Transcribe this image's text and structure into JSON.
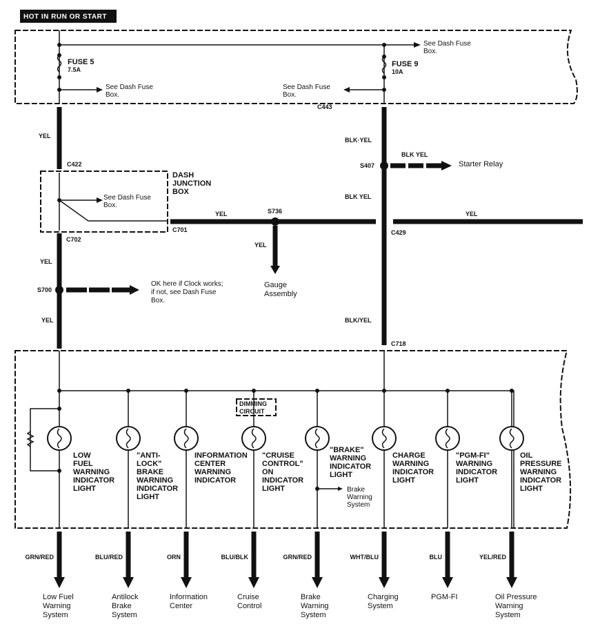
{
  "header": {
    "title": "HOT IN RUN OR START"
  },
  "fuse_box": {
    "fuse5": {
      "name": "FUSE 5",
      "rating": "7.5A"
    },
    "fuse9": {
      "name": "FUSE 9",
      "rating": "10A"
    },
    "see_dash_1": [
      "See Dash Fuse",
      "Box."
    ],
    "see_dash_2": [
      "See Dash Fuse",
      "Box."
    ],
    "see_dash_3": [
      "See Dash Fuse",
      "Box."
    ]
  },
  "connectors": {
    "c443": "C443",
    "c422": "C422",
    "c702": "C702",
    "c701": "C701",
    "c429": "C429",
    "c718": "C718",
    "s407": "S407",
    "s736": "S736",
    "s700": "S700"
  },
  "wires": {
    "left_top": "YEL",
    "left_mid": "YEL",
    "left_bot": "YEL",
    "right_top": "BLK·YEL",
    "right_mid": "BLK YEL",
    "right_bot": "BLK/YEL",
    "starter": "BLK YEL",
    "horiz_left": "YEL",
    "horiz_right": "YEL",
    "gauge": "YEL"
  },
  "junction_box": {
    "label": [
      "DASH",
      "JUNCTION",
      "BOX"
    ],
    "see_dash": [
      "See Dash Fuse",
      "Box."
    ]
  },
  "destinations_mid": {
    "starter_relay": "Starter Relay",
    "gauge": [
      "Gauge",
      "Assembly"
    ],
    "clock_note": [
      "OK here if Clock works;",
      "if not, see Dash Fuse",
      "Box."
    ]
  },
  "dimming": [
    "DIMMING",
    "CIRCUIT"
  ],
  "brake_sub": [
    "Brake",
    "Warning",
    "System"
  ],
  "lights": [
    {
      "label": [
        "LOW",
        "FUEL",
        "WARNING",
        "INDICATOR",
        "LIGHT"
      ],
      "wire": "GRN/RED",
      "dest": [
        "Low Fuel",
        "Warning",
        "System"
      ]
    },
    {
      "label": [
        "\"ANTI-",
        "LOCK\"",
        "BRAKE",
        "WARNING",
        "INDICATOR",
        "LIGHT"
      ],
      "wire": "BLU/RED",
      "dest": [
        "Antilock",
        "Brake",
        "System"
      ]
    },
    {
      "label": [
        "INFORMATION",
        "CENTER",
        "WARNING",
        "INDICATOR"
      ],
      "wire": "ORN",
      "dest": [
        "Information",
        "Center"
      ]
    },
    {
      "label": [
        "\"CRUISE",
        "CONTROL\"",
        "ON",
        "INDICATOR",
        "LIGHT"
      ],
      "wire": "BLU/BLK",
      "dest": [
        "Cruise",
        "Control"
      ]
    },
    {
      "label": [
        "\"BRAKE\"",
        "WARNING",
        "INDICATOR",
        "LIGHT"
      ],
      "wire": "GRN/RED",
      "dest": [
        "Brake",
        "Warning",
        "System"
      ]
    },
    {
      "label": [
        "CHARGE",
        "WARNING",
        "INDICATOR",
        "LIGHT"
      ],
      "wire": "WHT/BLU",
      "dest": [
        "Charging",
        "System"
      ]
    },
    {
      "label": [
        "\"PGM-FI\"",
        "WARNING",
        "INDICATOR",
        "LIGHT"
      ],
      "wire": "BLU",
      "dest": [
        "PGM-FI"
      ]
    },
    {
      "label": [
        "OIL",
        "PRESSURE",
        "WARNING",
        "INDICATOR",
        "LIGHT"
      ],
      "wire": "YEL/RED",
      "dest": [
        "Oil Pressure",
        "Warning",
        "System"
      ]
    }
  ]
}
